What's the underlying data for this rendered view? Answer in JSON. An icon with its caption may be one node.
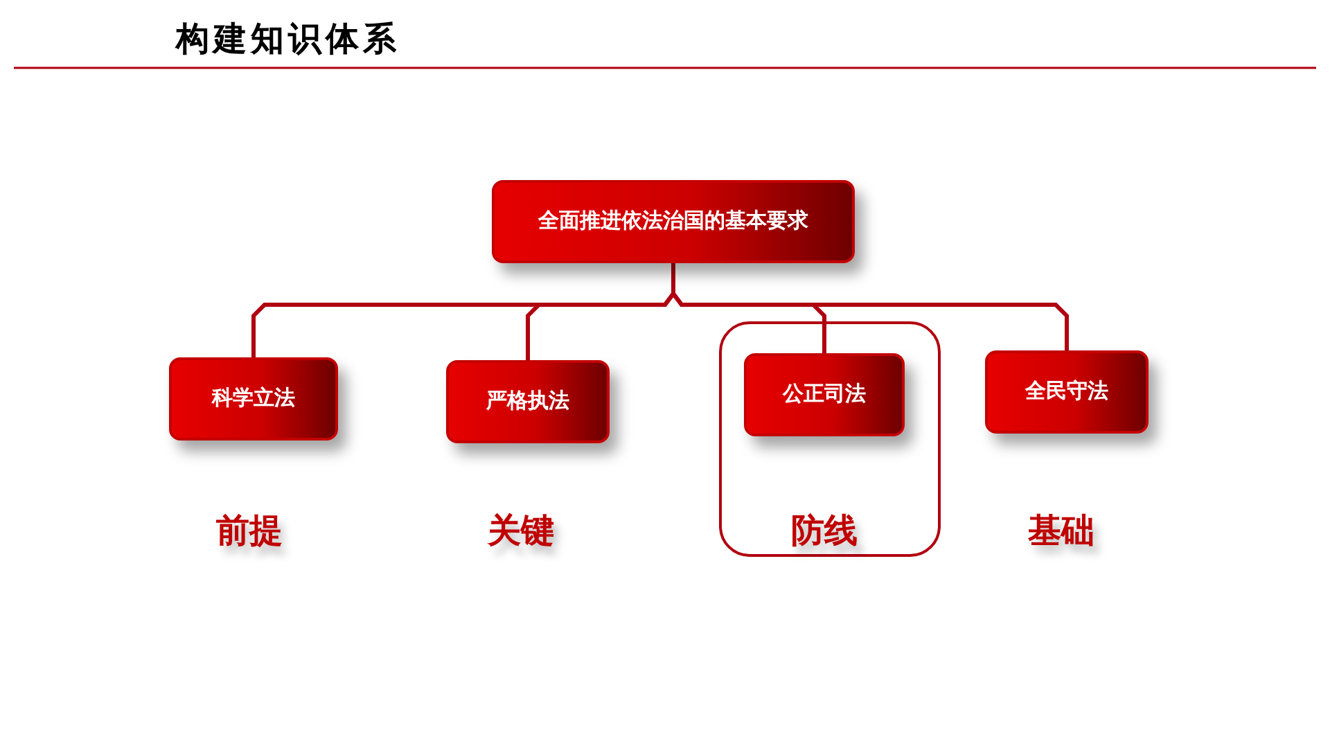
{
  "diagram": {
    "title": "构建知识体系",
    "nodes": [
      {
        "text": [
          "全面推进依法治国的基本要求"
        ]
      },
      {
        "text": [
          "科学立法"
        ],
        "beside": [
          "前提"
        ]
      },
      {
        "text": [
          "严格执法"
        ],
        "beside": [
          "关键"
        ]
      },
      {
        "text": [
          "防线"
        ]
      },
      {
        "text": [
          "公正司法"
        ],
        "in": 3
      },
      {
        "text": [
          "全民守法"
        ],
        "beside": [
          "基础"
        ]
      }
    ],
    "edges": [
      {
        "from": 0,
        "to": 1,
        "arrow": "none"
      },
      {
        "from": 0,
        "to": 2,
        "arrow": "none"
      },
      {
        "from": 0,
        "to": 4,
        "arrow": "none"
      },
      {
        "from": 0,
        "to": 5,
        "arrow": "none"
      }
    ]
  }
}
